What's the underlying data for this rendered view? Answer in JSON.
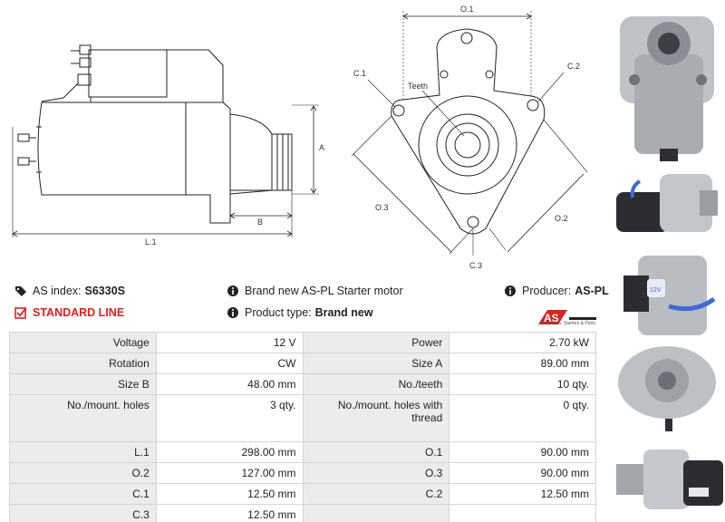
{
  "diagram": {
    "side_labels": {
      "A": "A",
      "B": "B",
      "L1": "L.1"
    },
    "front_labels": {
      "O1": "O.1",
      "C1": "C.1",
      "C2": "C.2",
      "C3": "C.3",
      "O2": "O.2",
      "O3": "O.3",
      "teeth": "Teeth"
    }
  },
  "info": {
    "as_index_label": "AS index:",
    "as_index_value": "S6330S",
    "standard_line": "STANDARD LINE",
    "description": "Brand new AS-PL Starter motor",
    "product_type_label": "Product type:",
    "product_type_value": "Brand new",
    "producer_label": "Producer:",
    "producer_value": "AS-PL"
  },
  "logo": {
    "text": "AS",
    "subtitle": "Alternators, Starters & Parts",
    "accent": "#e02020"
  },
  "specs": [
    [
      {
        "label": "Voltage",
        "value": "12 V"
      },
      {
        "label": "Power",
        "value": "2.70 kW"
      }
    ],
    [
      {
        "label": "Rotation",
        "value": "CW"
      },
      {
        "label": "Size A",
        "value": "89.00 mm"
      }
    ],
    [
      {
        "label": "Size B",
        "value": "48.00 mm"
      },
      {
        "label": "No./teeth",
        "value": "10 qty."
      }
    ],
    [
      {
        "label": "No./mount. holes",
        "value": "3 qty."
      },
      {
        "label": "No./mount. holes with thread",
        "value": "0 qty."
      }
    ],
    [
      {
        "label": "L.1",
        "value": "298.00 mm"
      },
      {
        "label": "O.1",
        "value": "90.00 mm"
      }
    ],
    [
      {
        "label": "O.2",
        "value": "127.00 mm"
      },
      {
        "label": "O.3",
        "value": "90.00 mm"
      }
    ],
    [
      {
        "label": "C.1",
        "value": "12.50 mm"
      },
      {
        "label": "C.2",
        "value": "12.50 mm"
      }
    ],
    [
      {
        "label": "C.3",
        "value": "12.50 mm"
      },
      {
        "label": "",
        "value": ""
      }
    ]
  ],
  "photo_badge": "12V"
}
